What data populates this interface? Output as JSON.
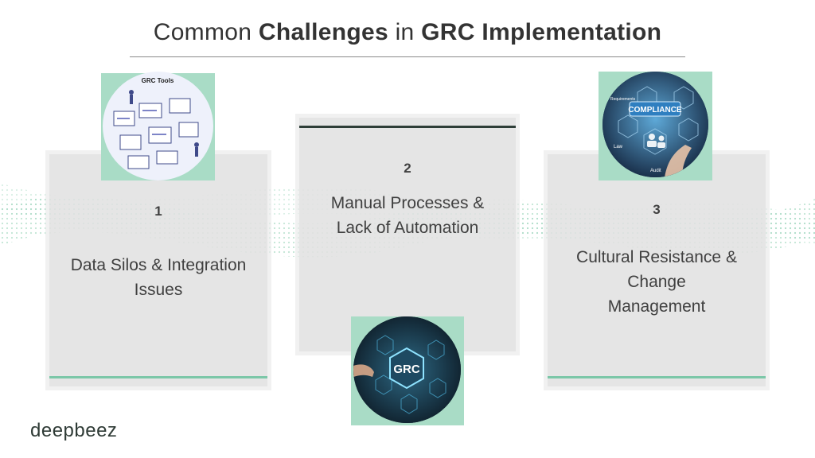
{
  "header": {
    "title_part1": "Common ",
    "title_part2": "Challenges",
    "title_part3": " in ",
    "title_part4": "GRC Implementation"
  },
  "cards": [
    {
      "number": "1",
      "label_line1": "Data Silos & Integration",
      "label_line2": "Issues"
    },
    {
      "number": "2",
      "label_line1": "Manual Processes &",
      "label_line2": "Lack of Automation"
    },
    {
      "number": "3",
      "label_line1": "Cultural Resistance &",
      "label_line2": "Change",
      "label_line3": "Management"
    }
  ],
  "images": {
    "grc_tools_caption": "GRC Tools",
    "compliance_caption": "COMPLIANCE",
    "compliance_tags": [
      "Requirements",
      "Law",
      "Audit"
    ],
    "grc_caption": "GRC"
  },
  "brand": {
    "logo_text": "deepbeez"
  },
  "colors": {
    "accent_green": "#7cc7a8",
    "dark_accent": "#2e3e38",
    "card_bg": "#e1e1e1",
    "badge_bg": "#a9dcc6"
  }
}
